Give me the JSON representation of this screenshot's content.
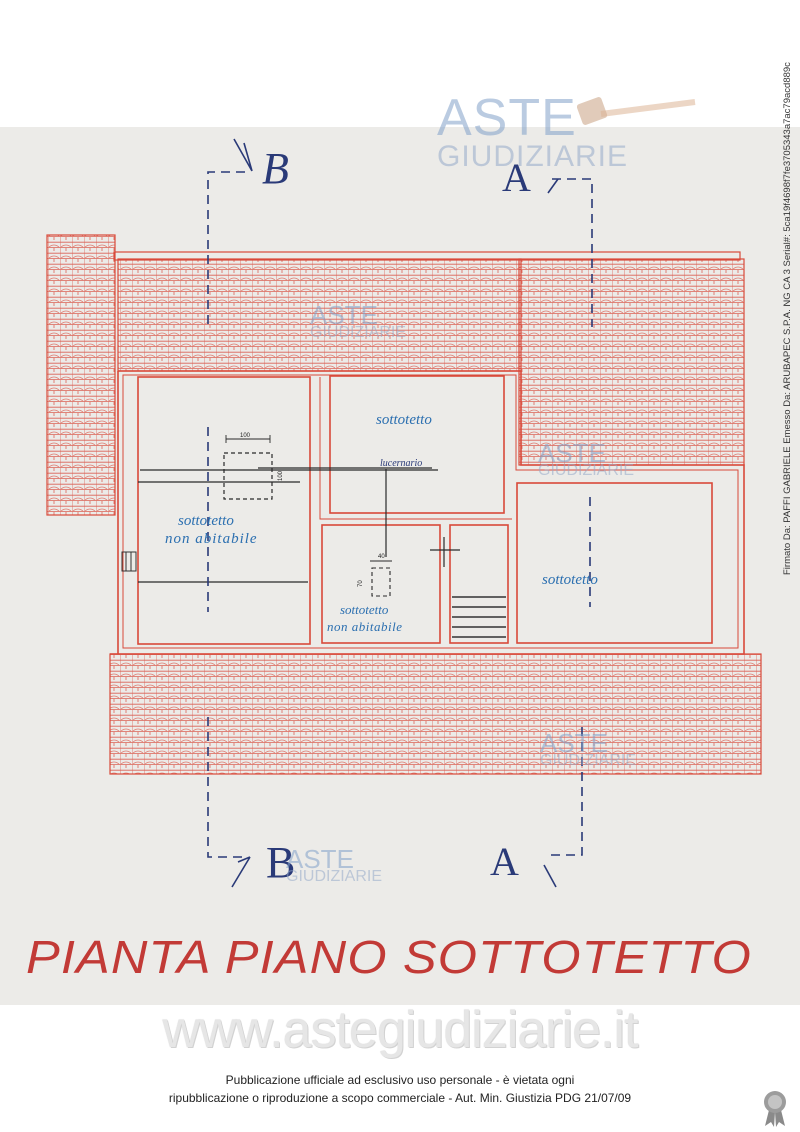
{
  "plan": {
    "title": "PIANTA PIANO SOTTOTETTO",
    "section_marks": {
      "b_top": "B",
      "a_top": "A",
      "b_bottom": "B",
      "a_bottom": "A"
    },
    "rooms": {
      "upper_center": "sottotetto",
      "right": "sottotetto",
      "left_line1": "sottotetto",
      "left_line2": "non abitabile",
      "small_line1": "sottotetto",
      "small_line2": "non abitabile"
    },
    "labels": {
      "skylight": "lucernario"
    },
    "dimensions": {
      "d100_h": "100",
      "d100_v": "100",
      "d40": "40",
      "d70": "70"
    }
  },
  "watermarks": {
    "brand_line1": "ASTE",
    "brand_line2": "GIUDIZIARIE",
    "website": "www.astegiudiziarie.it"
  },
  "footer": {
    "notice_line1": "Pubblicazione ufficiale ad esclusivo uso personale - è vietata ogni",
    "notice_line2": "ripubblicazione o riproduzione a scopo commerciale - Aut. Min. Giustizia PDG 21/07/09"
  },
  "signature": {
    "text": "Firmato Da: PAFFI GABRIELE Emesso Da: ARUBAPEC S.P.A. NG CA 3 Serial#: 5ca19f4698f7fe3705343a7ac79acd889c"
  },
  "colors": {
    "wall": "#d9493a",
    "roof_tile": "#d9493a",
    "pen": "#2a3a78",
    "paper": "#ecebe8"
  }
}
